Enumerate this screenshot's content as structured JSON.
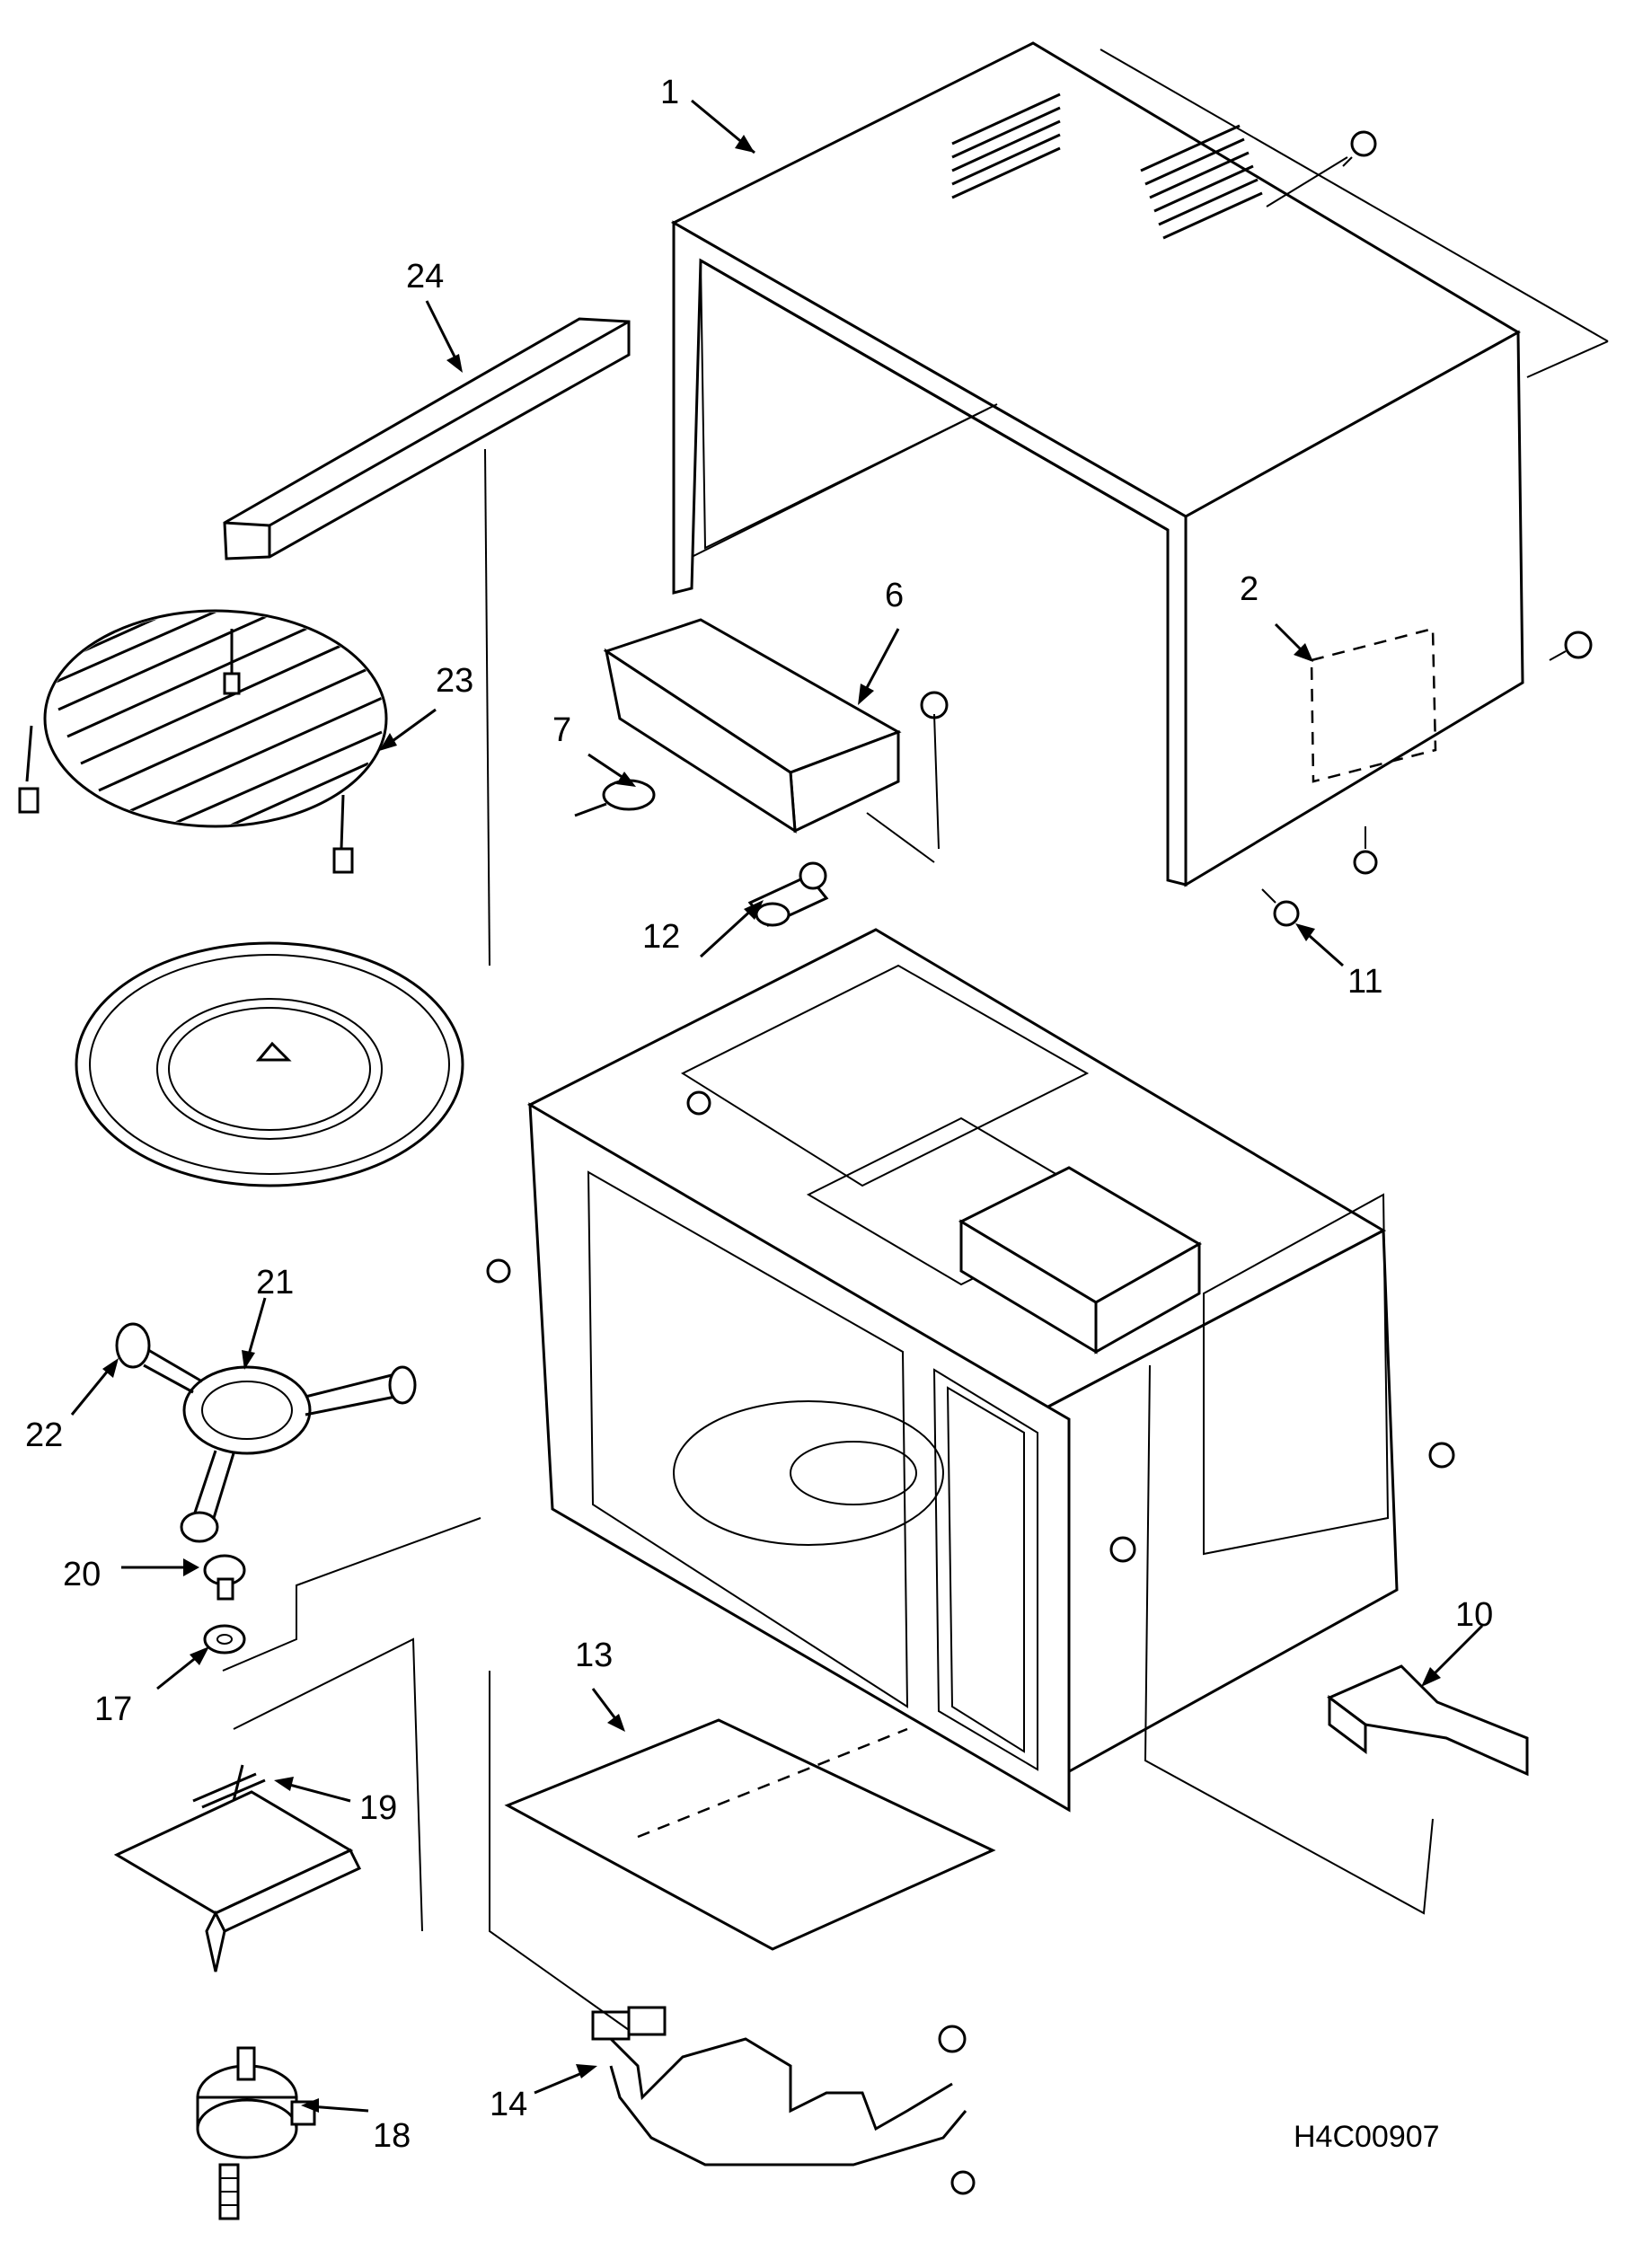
{
  "diagram_code": "H4C00907",
  "callouts": [
    {
      "id": "1",
      "label": "1"
    },
    {
      "id": "2",
      "label": "2"
    },
    {
      "id": "6",
      "label": "6"
    },
    {
      "id": "7",
      "label": "7"
    },
    {
      "id": "10",
      "label": "10"
    },
    {
      "id": "11",
      "label": "11"
    },
    {
      "id": "12",
      "label": "12"
    },
    {
      "id": "13",
      "label": "13"
    },
    {
      "id": "14",
      "label": "14"
    },
    {
      "id": "17",
      "label": "17"
    },
    {
      "id": "18",
      "label": "18"
    },
    {
      "id": "19",
      "label": "19"
    },
    {
      "id": "20",
      "label": "20"
    },
    {
      "id": "21",
      "label": "21"
    },
    {
      "id": "22",
      "label": "22"
    },
    {
      "id": "23",
      "label": "23"
    },
    {
      "id": "24",
      "label": "24"
    }
  ]
}
